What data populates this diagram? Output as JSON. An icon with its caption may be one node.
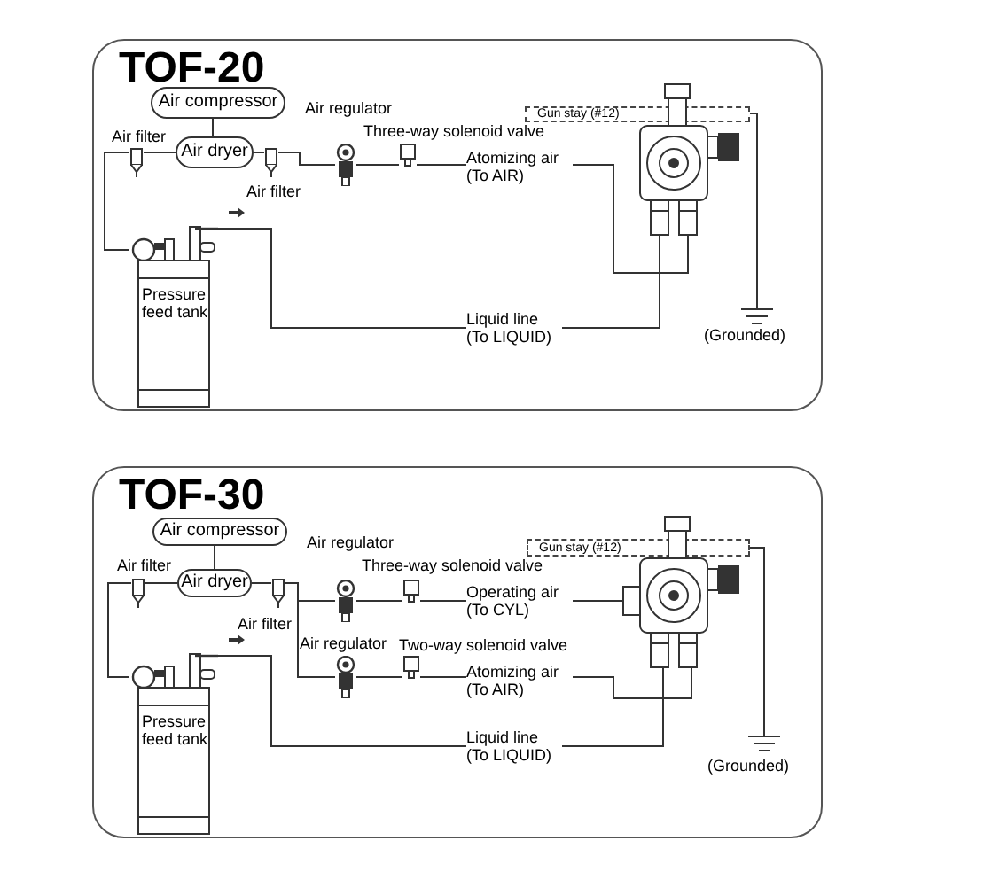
{
  "diagram": {
    "nodes": [
      {
        "text": [
          "TOF-20"
        ]
      },
      {
        "text": [
          "Air compressor"
        ],
        "in": 0
      },
      {
        "text": [],
        "shape": "filter",
        "beside": [
          "Air filter"
        ],
        "in": 0
      },
      {
        "text": [
          "Air dryer"
        ],
        "in": 0
      },
      {
        "text": [],
        "shape": "filter",
        "beside": [
          "Air filter"
        ],
        "in": 0
      },
      {
        "text": [],
        "shape": "regulator",
        "beside": [
          "Air regulator"
        ],
        "in": 0
      },
      {
        "text": [],
        "shape": "valve",
        "beside": [
          "Three-way solenoid valve"
        ],
        "in": 0
      },
      {
        "text": [
          "Gun stay (#12)"
        ],
        "in": 0
      },
      {
        "text": [],
        "shape": "picture",
        "in": 0
      },
      {
        "text": [
          "Pressure feed tank"
        ],
        "in": 0
      },
      {
        "text": [],
        "shape": "ground",
        "beside": [
          "(Grounded)"
        ],
        "in": 0
      },
      {
        "text": [
          "TOF-30"
        ]
      },
      {
        "text": [
          "Air compressor"
        ],
        "in": 11
      },
      {
        "text": [],
        "shape": "filter",
        "beside": [
          "Air filter"
        ],
        "in": 11
      },
      {
        "text": [
          "Air dryer"
        ],
        "in": 11
      },
      {
        "text": [],
        "shape": "filter",
        "beside": [
          "Air filter"
        ],
        "in": 11
      },
      {
        "text": [],
        "shape": "regulator",
        "beside": [
          "Air regulator"
        ],
        "in": 11
      },
      {
        "text": [],
        "shape": "valve",
        "beside": [
          "Three-way solenoid valve"
        ],
        "in": 11
      },
      {
        "text": [],
        "shape": "regulator",
        "beside": [
          "Air regulator"
        ],
        "in": 11
      },
      {
        "text": [],
        "shape": "valve",
        "beside": [
          "Two-way solenoid valve"
        ],
        "in": 11
      },
      {
        "text": [
          "Gun stay (#12)"
        ],
        "in": 11
      },
      {
        "text": [],
        "shape": "picture",
        "in": 11
      },
      {
        "text": [
          "Pressure feed tank"
        ],
        "in": 11
      },
      {
        "text": [],
        "shape": "ground",
        "beside": [
          "(Grounded)"
        ],
        "in": 11
      }
    ],
    "edges": [
      {
        "from": 1,
        "to": 3,
        "arrow": "none"
      },
      {
        "from": 2,
        "to": 3,
        "arrow": "none"
      },
      {
        "from": 3,
        "to": 4,
        "arrow": "none"
      },
      {
        "from": 4,
        "to": 5,
        "arrow": "none"
      },
      {
        "from": 5,
        "to": 6,
        "arrow": "none"
      },
      {
        "from": 6,
        "to": 8,
        "arrow": "none",
        "label": "Atomizing air (To AIR)"
      },
      {
        "from": 2,
        "to": 9,
        "arrow": "none"
      },
      {
        "from": 9,
        "to": 8,
        "arrow": "none",
        "label": "Liquid line (To LIQUID)"
      },
      {
        "from": 7,
        "to": 10,
        "arrow": "none"
      },
      {
        "from": 12,
        "to": 14,
        "arrow": "none"
      },
      {
        "from": 13,
        "to": 14,
        "arrow": "none"
      },
      {
        "from": 14,
        "to": 15,
        "arrow": "none"
      },
      {
        "from": 15,
        "to": 16,
        "arrow": "none"
      },
      {
        "from": 16,
        "to": 17,
        "arrow": "none"
      },
      {
        "from": 17,
        "to": 21,
        "arrow": "none",
        "label": "Operating air (To CYL)"
      },
      {
        "from": 15,
        "to": 18,
        "arrow": "none"
      },
      {
        "from": 18,
        "to": 19,
        "arrow": "none"
      },
      {
        "from": 19,
        "to": 21,
        "arrow": "none",
        "label": "Atomizing air (To AIR)"
      },
      {
        "from": 13,
        "to": 22,
        "arrow": "none"
      },
      {
        "from": 22,
        "to": 21,
        "arrow": "none",
        "label": "Liquid line (To LIQUID)"
      },
      {
        "from": 20,
        "to": 23,
        "arrow": "none"
      }
    ]
  }
}
